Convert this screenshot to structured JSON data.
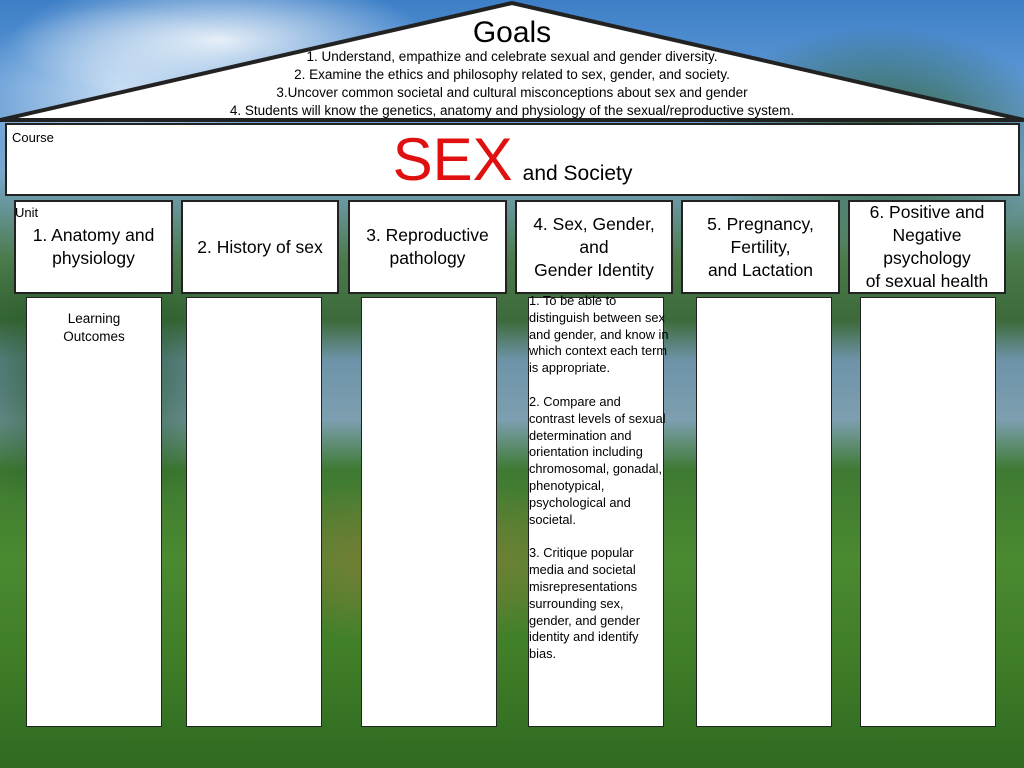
{
  "goals": {
    "title": "Goals",
    "items": [
      "1. Understand, empathize and celebrate sexual and gender diversity.",
      "2. Examine the ethics and philosophy related to sex, gender, and society.",
      "3.Uncover common societal and cultural misconceptions about sex and gender",
      "4. Students will know the genetics, anatomy and physiology of the sexual/reproductive system."
    ]
  },
  "course": {
    "label": "Course",
    "title_main": "SEX",
    "title_sub": "and Society",
    "title_color": "#e01010"
  },
  "unit": {
    "label": "Unit",
    "items": [
      "1. Anatomy and\nphysiology",
      "2. History  of sex",
      "3. Reproductive\npathology",
      "4. Sex, Gender, and\nGender Identity",
      "5. Pregnancy,\nFertility,\nand Lactation",
      "6. Positive and\nNegative\npsychology\nof sexual health"
    ]
  },
  "learning_outcomes": {
    "label": "Learning\nOutcomes",
    "unit4_items": [
      "1. To be able to distinguish between sex and gender, and know in which context each term is appropriate.",
      "2. Compare and contrast levels of sexual determination and orientation including chromosomal, gonadal, phenotypical, psychological and societal.",
      "3. Critique popular media and societal misrepresentations surrounding sex, gender, and  gender identity and identify bias."
    ]
  }
}
